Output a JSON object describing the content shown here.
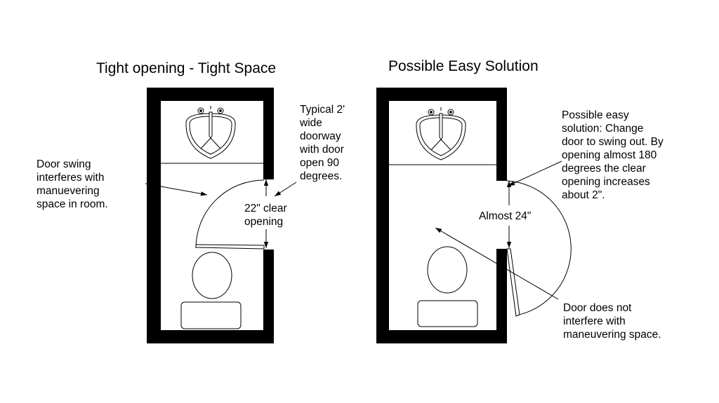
{
  "diagram": {
    "title_left": "Tight opening - Tight Space",
    "title_right": "Possible Easy Solution",
    "notes": {
      "door_swing": [
        "Door swing",
        "interferes with",
        "manuevering",
        "space in room."
      ],
      "typical_doorway": [
        "Typical 2'",
        "wide",
        "doorway",
        "with door",
        "open 90",
        "degrees."
      ],
      "clear_opening": [
        "22\" clear",
        "opening"
      ],
      "easy_solution": [
        "Possible easy",
        "solution: Change",
        "door to swing out. By",
        "opening almost 180",
        "degrees the clear",
        "opening increases",
        "about 2\"."
      ],
      "almost_24": [
        "Almost 24\""
      ],
      "no_interfere": [
        "Door does not",
        "interfere with",
        "maneuvering space."
      ]
    },
    "colors": {
      "line": "#000000",
      "background": "#ffffff"
    }
  }
}
